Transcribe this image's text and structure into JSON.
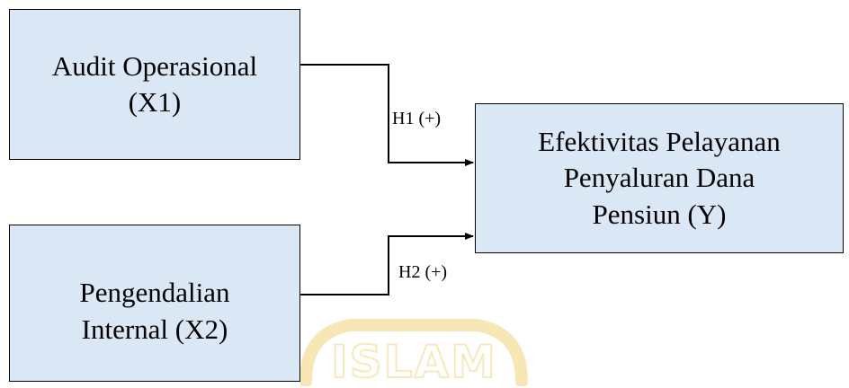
{
  "diagram": {
    "nodes": {
      "x1": {
        "label": "Audit Operasional\n(X1)"
      },
      "x2": {
        "label": "Pengendalian\nInternal (X2)"
      },
      "y": {
        "label": "Efektivitas Pelayanan\nPenyaluran Dana\nPensiun (Y)"
      }
    },
    "edges": [
      {
        "from": "x1",
        "to": "y",
        "label": "H1 (+)"
      },
      {
        "from": "x2",
        "to": "y",
        "label": "H2 (+)"
      }
    ],
    "colors": {
      "box_fill": "#dae7f5",
      "box_border": "#000000",
      "line": "#000000",
      "watermark": "#f7e7b4"
    }
  },
  "watermark": {
    "text": "ISLAM"
  }
}
